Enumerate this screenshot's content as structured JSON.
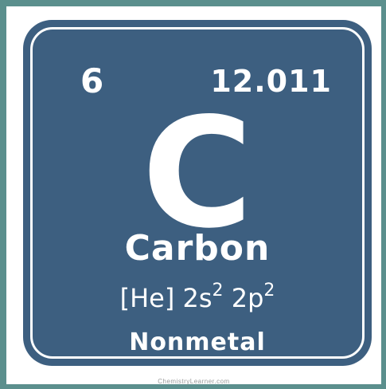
{
  "element": {
    "atomic_number": "6",
    "atomic_mass": "12.011",
    "symbol": "C",
    "name": "Carbon",
    "electron_configuration": {
      "core": "[He]",
      "orbital_1": "2s",
      "orbital_1_electrons": "2",
      "orbital_2": "2p",
      "orbital_2_electrons": "2"
    },
    "category": "Nonmetal"
  },
  "watermark": "ChemistryLearner.com",
  "colors": {
    "tile_background": "#3d5f80",
    "tile_text": "#ffffff",
    "outer_border": "#5b8f8d",
    "frame_background": "#ffffff"
  }
}
